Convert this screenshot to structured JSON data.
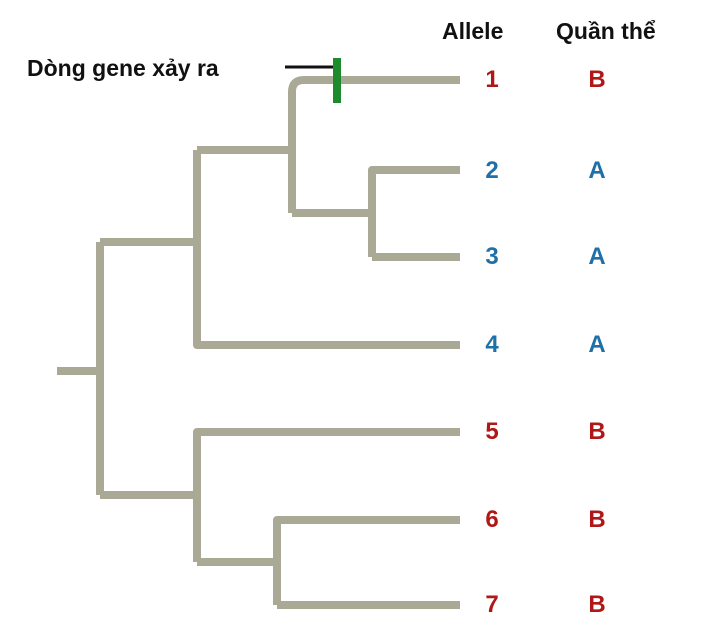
{
  "annotation": "Dòng gene xảy ra",
  "headers": {
    "allele": "Allele",
    "population": "Quần thể"
  },
  "leaves": [
    {
      "allele": "1",
      "population": "B"
    },
    {
      "allele": "2",
      "population": "A"
    },
    {
      "allele": "3",
      "population": "A"
    },
    {
      "allele": "4",
      "population": "A"
    },
    {
      "allele": "5",
      "population": "B"
    },
    {
      "allele": "6",
      "population": "B"
    },
    {
      "allele": "7",
      "population": "B"
    }
  ],
  "colors": {
    "branch": "#a9a996",
    "gene_flow_mark": "#1e8a2e",
    "population_A": "#1f6fa8",
    "population_B": "#b01818"
  }
}
